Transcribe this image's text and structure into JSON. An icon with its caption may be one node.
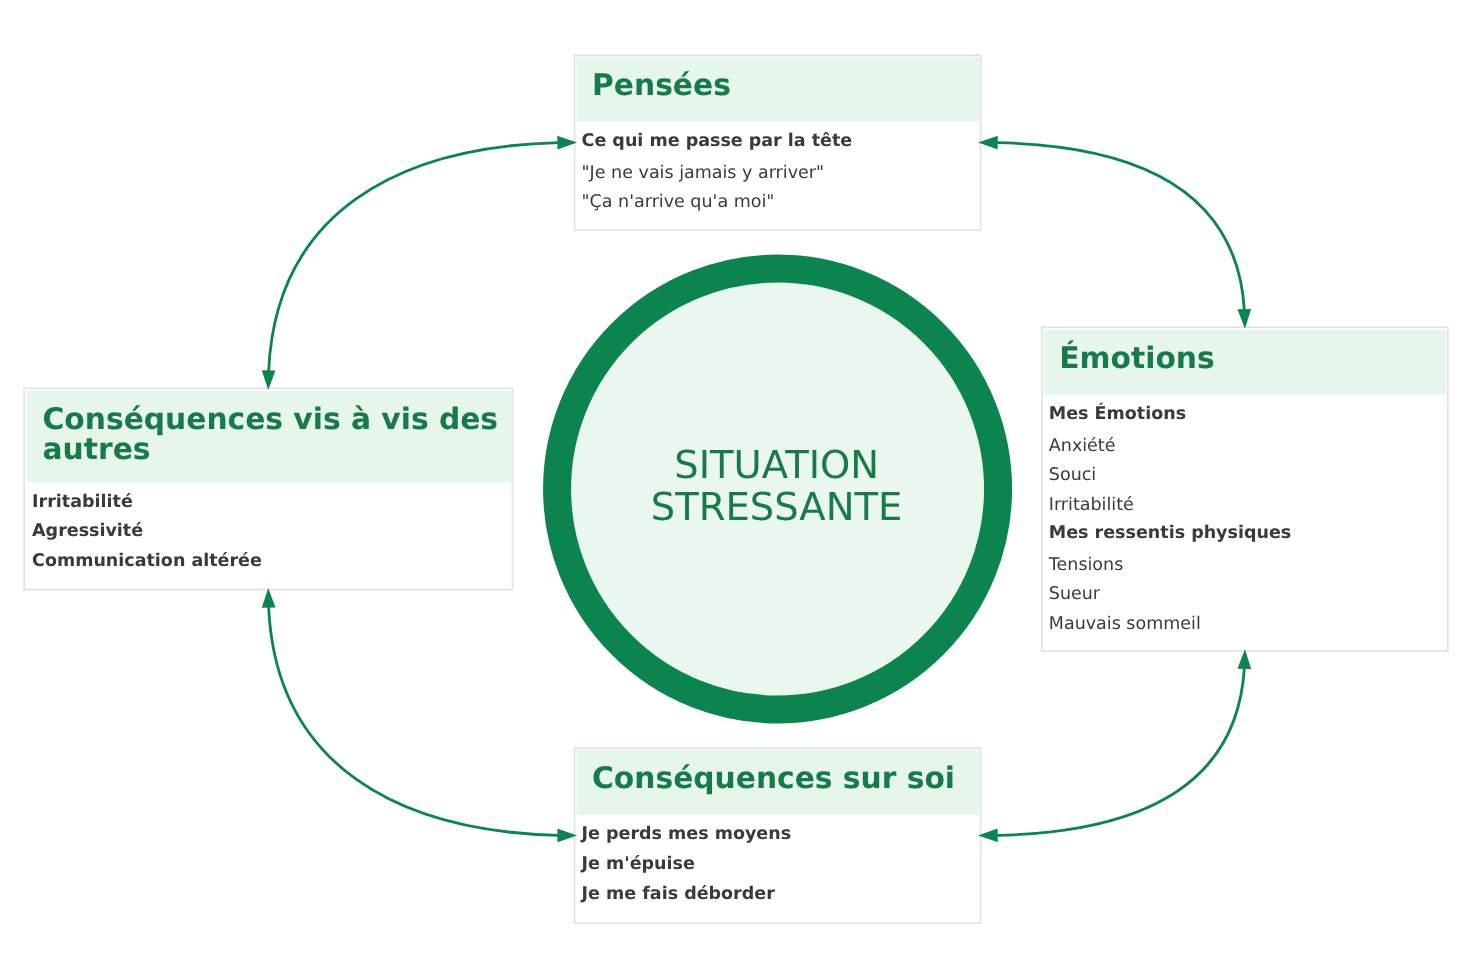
{
  "diagram": {
    "nodes": [
      {
        "text": [
          "Pensées",
          "Ce qui me passe par la tête",
          "\"Je ne vais jamais y arriver\"",
          "\"Ça n'arrive qu'a moi\""
        ]
      },
      {
        "text": [
          "Conséquences vis à vis des autres",
          "Irritabilité",
          "Agressivité",
          "Communication altérée"
        ]
      },
      {
        "text": [
          "SITUATION STRESSANTE"
        ]
      },
      {
        "text": [
          "Émotions",
          "Mes Émotions",
          "Anxiété",
          "Souci",
          "Irritabilité",
          "Mes ressentis physiques",
          "Tensions",
          "Sueur",
          "Mauvais sommeil"
        ]
      },
      {
        "text": [
          "Conséquences sur soi",
          "Je perds mes moyens",
          "Je m'épuise",
          "Je me fais déborder"
        ]
      }
    ],
    "edges": [
      {
        "from": 0,
        "to": 3,
        "arrow": "both"
      },
      {
        "from": 3,
        "to": 4,
        "arrow": "both"
      },
      {
        "from": 4,
        "to": 1,
        "arrow": "both"
      },
      {
        "from": 1,
        "to": 0,
        "arrow": "both"
      }
    ]
  }
}
